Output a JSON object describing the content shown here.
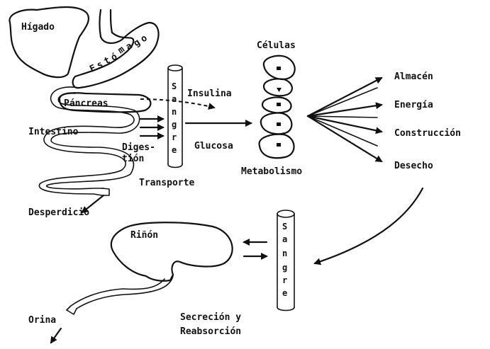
{
  "organs": {
    "liver": "Hígado",
    "stomach": [
      "E",
      "s",
      "t",
      "ó",
      "m",
      "a",
      "g",
      "o"
    ],
    "pancreas": "Páncreas",
    "intestine": "Intestino"
  },
  "labels": {
    "insulin": "Insulina",
    "digestion_1": "Diges-",
    "digestion_2": "tión",
    "glucose": "Glucosa",
    "transport": "Transporte",
    "cells": "Células",
    "metabolism": "Metabolismo",
    "waste_intestine": "Desperdicio",
    "kidney": "Riñón",
    "urine": "Orina",
    "secretion_1": "Secreción y",
    "secretion_2": "Reabsorción"
  },
  "outputs": [
    "Almacén",
    "Energía",
    "Construcción",
    "Desecho"
  ],
  "blood_letters": [
    "S",
    "a",
    "n",
    "g",
    "r",
    "e"
  ]
}
